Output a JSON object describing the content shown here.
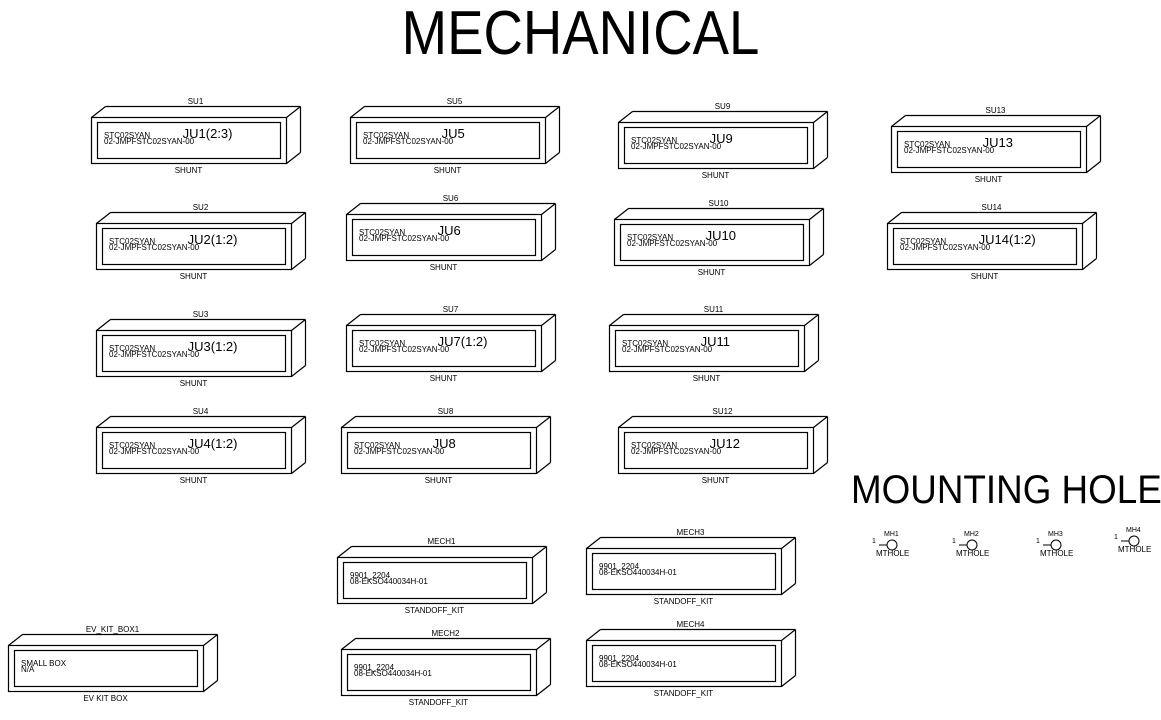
{
  "title": "MECHANICAL",
  "mounting_title": "MOUNTING HOLE",
  "shunts": [
    {
      "ref": "SU1",
      "part": "STC02SYAN",
      "jumper": "JU1(2:3)",
      "desc": "02-JMPFSTC02SYAN-00",
      "value": "SHUNT"
    },
    {
      "ref": "SU2",
      "part": "STC02SYAN",
      "jumper": "JU2(1:2)",
      "desc": "02-JMPFSTC02SYAN-00",
      "value": "SHUNT"
    },
    {
      "ref": "SU3",
      "part": "STC02SYAN",
      "jumper": "JU3(1:2)",
      "desc": "02-JMPFSTC02SYAN-00",
      "value": "SHUNT"
    },
    {
      "ref": "SU4",
      "part": "STC02SYAN",
      "jumper": "JU4(1:2)",
      "desc": "02-JMPFSTC02SYAN-00",
      "value": "SHUNT"
    },
    {
      "ref": "SU5",
      "part": "STC02SYAN",
      "jumper": "JU5",
      "desc": "02-JMPFSTC02SYAN-00",
      "value": "SHUNT"
    },
    {
      "ref": "SU6",
      "part": "STC02SYAN",
      "jumper": "JU6",
      "desc": "02-JMPFSTC02SYAN-00",
      "value": "SHUNT"
    },
    {
      "ref": "SU7",
      "part": "STC02SYAN",
      "jumper": "JU7(1:2)",
      "desc": "02-JMPFSTC02SYAN-00",
      "value": "SHUNT"
    },
    {
      "ref": "SU8",
      "part": "STC02SYAN",
      "jumper": "JU8",
      "desc": "02-JMPFSTC02SYAN-00",
      "value": "SHUNT"
    },
    {
      "ref": "SU9",
      "part": "STC02SYAN",
      "jumper": "JU9",
      "desc": "02-JMPFSTC02SYAN-00",
      "value": "SHUNT"
    },
    {
      "ref": "SU10",
      "part": "STC02SYAN",
      "jumper": "JU10",
      "desc": "02-JMPFSTC02SYAN-00",
      "value": "SHUNT"
    },
    {
      "ref": "SU11",
      "part": "STC02SYAN",
      "jumper": "JU11",
      "desc": "02-JMPFSTC02SYAN-00",
      "value": "SHUNT"
    },
    {
      "ref": "SU12",
      "part": "STC02SYAN",
      "jumper": "JU12",
      "desc": "02-JMPFSTC02SYAN-00",
      "value": "SHUNT"
    },
    {
      "ref": "SU13",
      "part": "STC02SYAN",
      "jumper": "JU13",
      "desc": "02-JMPFSTC02SYAN-00",
      "value": "SHUNT"
    },
    {
      "ref": "SU14",
      "part": "STC02SYAN",
      "jumper": "JU14(1:2)",
      "desc": "02-JMPFSTC02SYAN-00",
      "value": "SHUNT"
    }
  ],
  "standoffs": [
    {
      "ref": "MECH1",
      "part": "9901_2204",
      "desc": "08-EKSO440034H-01",
      "value": "STANDOFF_KIT"
    },
    {
      "ref": "MECH2",
      "part": "9901_2204",
      "desc": "08-EKSO440034H-01",
      "value": "STANDOFF_KIT"
    },
    {
      "ref": "MECH3",
      "part": "9901_2204",
      "desc": "08-EKSO440034H-01",
      "value": "STANDOFF_KIT"
    },
    {
      "ref": "MECH4",
      "part": "9901_2204",
      "desc": "08-EKSO440034H-01",
      "value": "STANDOFF_KIT"
    }
  ],
  "box": {
    "ref": "EV_KIT_BOX1",
    "part": "SMALL BOX",
    "desc": "N/A",
    "value": "EV KIT BOX"
  },
  "mounting_holes": [
    {
      "ref": "MH1",
      "pin": "1",
      "value": "MTHOLE"
    },
    {
      "ref": "MH2",
      "pin": "1",
      "value": "MTHOLE"
    },
    {
      "ref": "MH3",
      "pin": "1",
      "value": "MTHOLE"
    },
    {
      "ref": "MH4",
      "pin": "1",
      "value": "MTHOLE"
    }
  ]
}
